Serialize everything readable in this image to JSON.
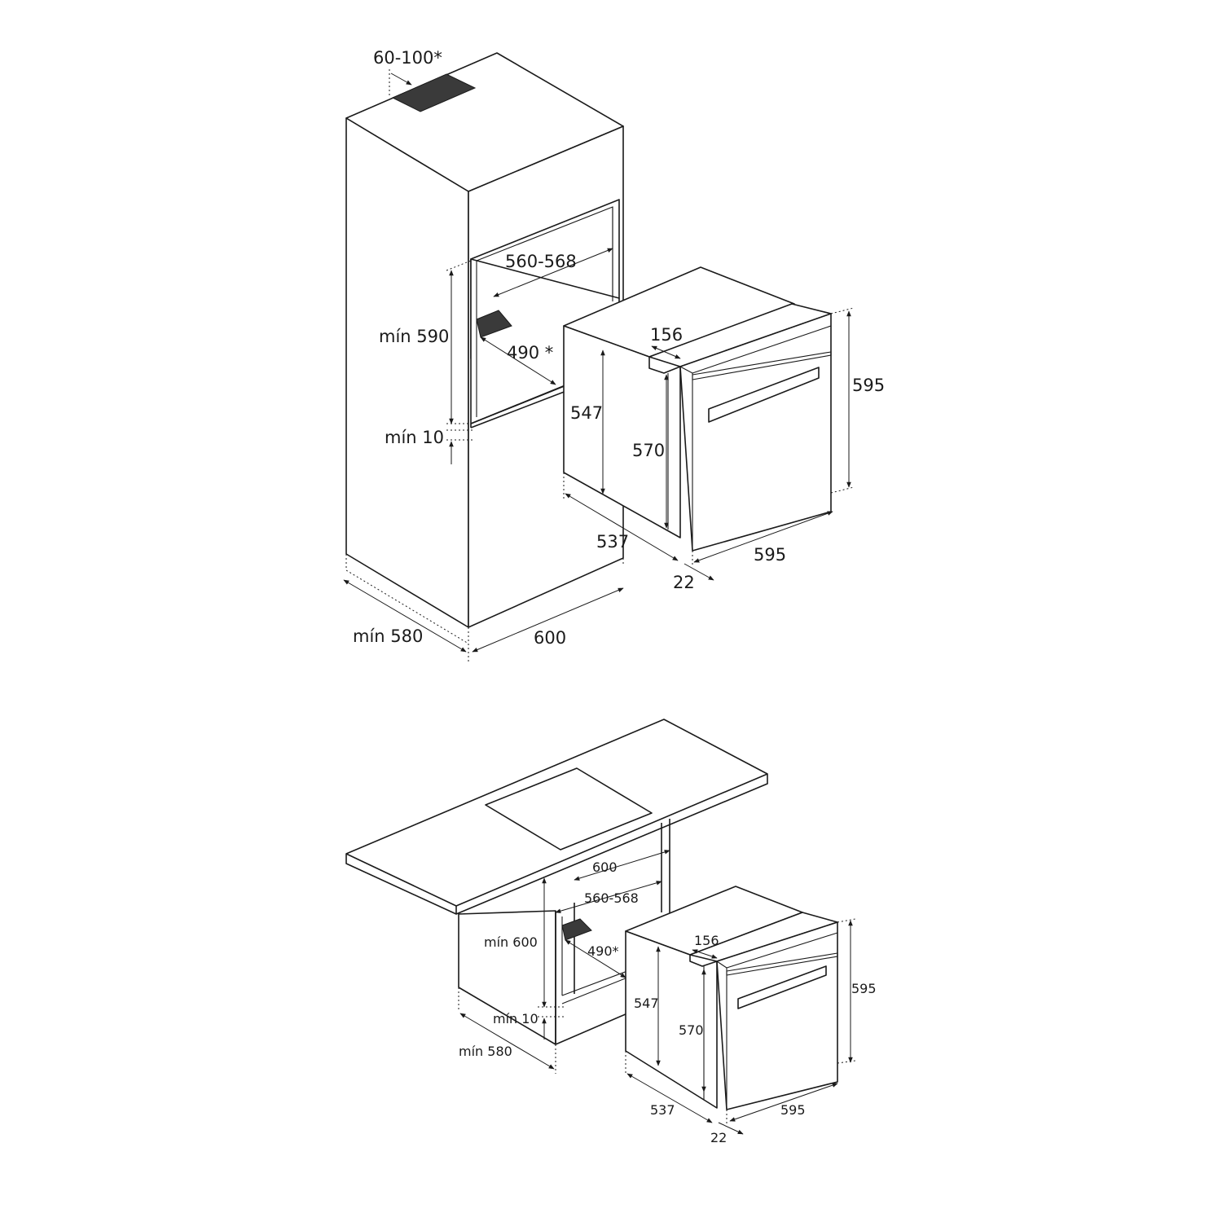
{
  "tall_unit": {
    "ventilation": "60-100*",
    "niche_width": "560-568",
    "niche_height_min": "mín 590",
    "cutout_depth": "490 *",
    "gap_min": "mín 10",
    "cabinet_depth_min": "mín 580",
    "cabinet_width": "600",
    "oven": {
      "panel_depth": "156",
      "body_height": "547",
      "front_inner_height": "570",
      "front_height": "595",
      "body_depth": "537",
      "front_width": "595",
      "front_thickness": "22"
    }
  },
  "under_counter": {
    "cabinet_width": "600",
    "niche_width": "560-568",
    "niche_height_min": "mín 600",
    "cutout_depth": "490*",
    "gap_min": "mín 10",
    "cabinet_depth_min": "mín 580",
    "oven": {
      "panel_depth": "156",
      "body_height": "547",
      "front_inner_height": "570",
      "front_height": "595",
      "body_depth": "537",
      "front_width": "595",
      "front_thickness": "22"
    }
  }
}
